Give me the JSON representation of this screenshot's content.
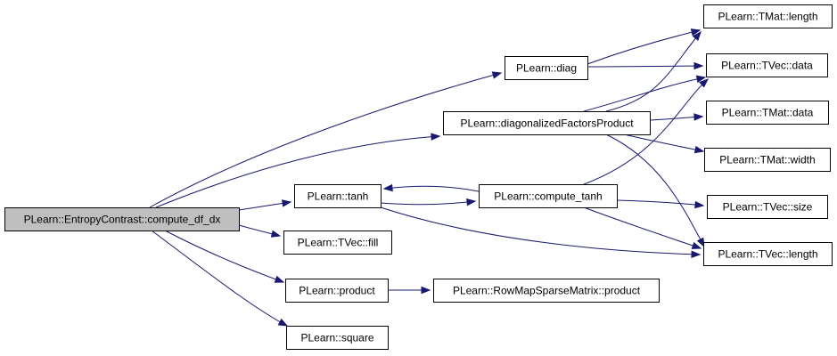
{
  "diagram": {
    "type": "call-graph",
    "nodes": [
      {
        "id": "root",
        "label": "PLearn::EntropyContrast::compute_df_dx",
        "highlight": true
      },
      {
        "id": "diag",
        "label": "PLearn::diag"
      },
      {
        "id": "dfp",
        "label": "PLearn::diagonalizedFactorsProduct"
      },
      {
        "id": "tanh",
        "label": "PLearn::tanh"
      },
      {
        "id": "ctanh",
        "label": "PLearn::compute_tanh"
      },
      {
        "id": "fill",
        "label": "PLearn::TVec::fill"
      },
      {
        "id": "product",
        "label": "PLearn::product"
      },
      {
        "id": "rmsp",
        "label": "PLearn::RowMapSparseMatrix::product"
      },
      {
        "id": "square",
        "label": "PLearn::square"
      },
      {
        "id": "tmlen",
        "label": "PLearn::TMat::length"
      },
      {
        "id": "tvdata",
        "label": "PLearn::TVec::data"
      },
      {
        "id": "tmdata",
        "label": "PLearn::TMat::data"
      },
      {
        "id": "tmwidth",
        "label": "PLearn::TMat::width"
      },
      {
        "id": "tvsize",
        "label": "PLearn::TVec::size"
      },
      {
        "id": "tvlen",
        "label": "PLearn::TVec::length"
      }
    ],
    "edges": [
      {
        "from": "root",
        "to": "diag"
      },
      {
        "from": "root",
        "to": "dfp"
      },
      {
        "from": "root",
        "to": "tanh"
      },
      {
        "from": "root",
        "to": "fill"
      },
      {
        "from": "root",
        "to": "product"
      },
      {
        "from": "root",
        "to": "square"
      },
      {
        "from": "diag",
        "to": "tmlen"
      },
      {
        "from": "diag",
        "to": "tvdata"
      },
      {
        "from": "dfp",
        "to": "tmlen"
      },
      {
        "from": "dfp",
        "to": "tvdata"
      },
      {
        "from": "dfp",
        "to": "tmdata"
      },
      {
        "from": "dfp",
        "to": "tmwidth"
      },
      {
        "from": "dfp",
        "to": "tvlen"
      },
      {
        "from": "tanh",
        "to": "ctanh"
      },
      {
        "from": "ctanh",
        "to": "tanh"
      },
      {
        "from": "tanh",
        "to": "tvlen"
      },
      {
        "from": "ctanh",
        "to": "tvdata"
      },
      {
        "from": "ctanh",
        "to": "tvsize"
      },
      {
        "from": "ctanh",
        "to": "tvlen"
      },
      {
        "from": "product",
        "to": "rmsp"
      }
    ],
    "colors": {
      "edge": "#191970",
      "root_fill": "#bfbfbf",
      "node_fill": "#ffffff",
      "node_border": "#000000"
    }
  }
}
